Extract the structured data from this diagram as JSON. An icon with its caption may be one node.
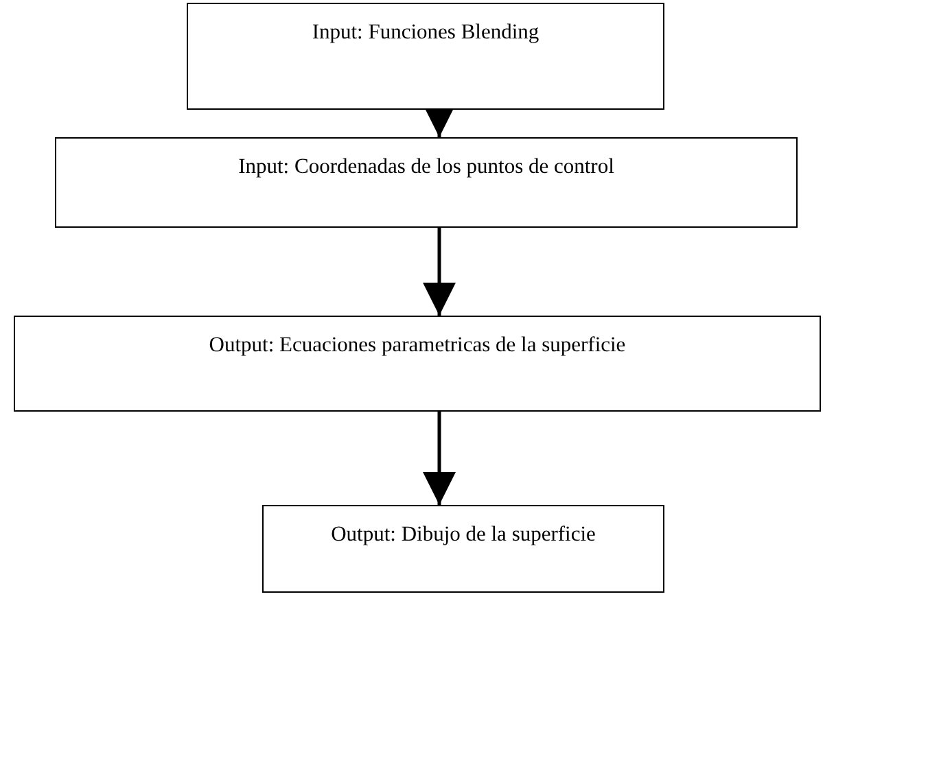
{
  "diagram": {
    "nodes": [
      {
        "text": [
          "Input: Funciones Blending"
        ]
      },
      {
        "text": [
          "Input: Coordenadas de los puntos de control"
        ]
      },
      {
        "text": [
          "Output: Ecuaciones parametricas de la superficie"
        ]
      },
      {
        "text": [
          "Output: Dibujo de la superficie"
        ]
      }
    ],
    "edges": [
      {
        "from": 0,
        "to": 1,
        "arrow": "to"
      },
      {
        "from": 1,
        "to": 2,
        "arrow": "to"
      },
      {
        "from": 2,
        "to": 3,
        "arrow": "to"
      }
    ]
  }
}
